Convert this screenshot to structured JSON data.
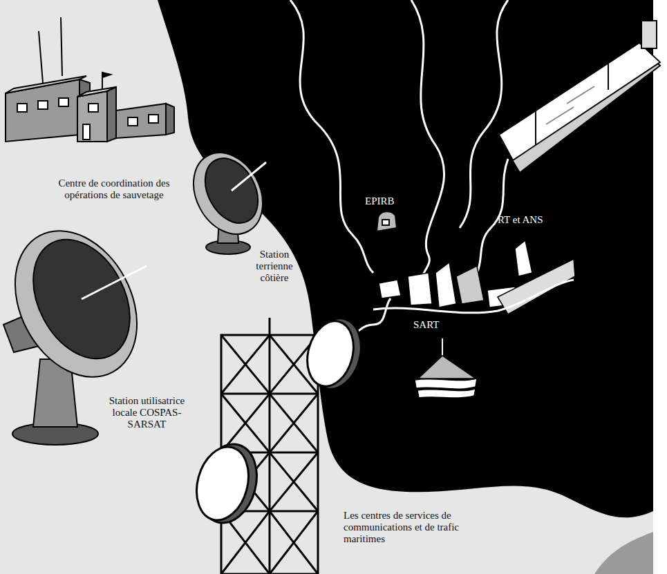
{
  "diagram": {
    "labels": [
      "Centre de coordination des opérations de sauvetage",
      "Station terrienne côtière",
      "EPIRB",
      "RT et ANS",
      "Station utilisatrice locale COSPAS-SARSAT",
      "SART",
      "Les centres de services de communications et de trafic maritimes"
    ]
  }
}
